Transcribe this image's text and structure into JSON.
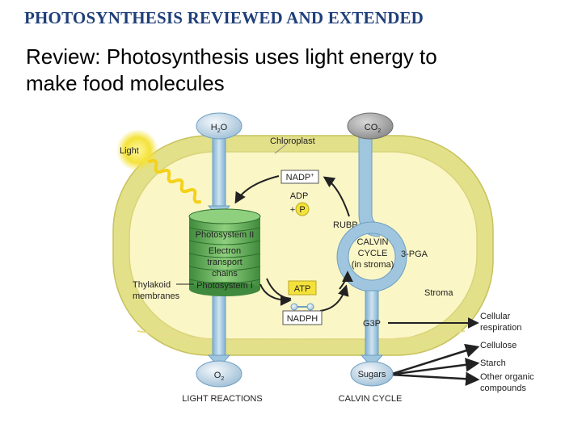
{
  "heading": "PHOTOSYNTHESIS REVIEWED AND EXTENDED",
  "subtitle_line1": "Review: Photosynthesis uses light energy to",
  "subtitle_line2": "make food molecules",
  "diagram": {
    "h2o": "H",
    "h2o_sub": "2",
    "h2o_end": "O",
    "co2": "CO",
    "co2_sub": "2",
    "chloroplast": "Chloroplast",
    "light": "Light",
    "nadp_plus": "NADP",
    "nadp_plus_sup": "+",
    "adp": "ADP",
    "plus": "+",
    "p": "P",
    "rubp": "RUBP",
    "photosystem_ii": "Photosystem II",
    "electron_line1": "Electron",
    "electron_line2": "transport",
    "electron_line3": "chains",
    "photosystem_i": "Photosystem I",
    "thylakoid_line1": "Thylakoid",
    "thylakoid_line2": "membranes",
    "calvin_line1": "CALVIN",
    "calvin_line2": "CYCLE",
    "calvin_line3": "(in stroma)",
    "pga": "3-PGA",
    "atp": "ATP",
    "stroma": "Stroma",
    "nadph": "NADPH",
    "g3p": "G3P",
    "cellular_line1": "Cellular",
    "cellular_line2": "respiration",
    "cellulose": "Cellulose",
    "starch": "Starch",
    "other_line1": "Other organic",
    "other_line2": "compounds",
    "o2": "O",
    "o2_sub": "2",
    "sugars": "Sugars",
    "light_reactions": "LIGHT REACTIONS",
    "calvin_label": "CALVIN CYCLE"
  },
  "colors": {
    "heading": "#1f3f7a",
    "chloroplast_outer": "#e3e08a",
    "chloroplast_inner": "#fbf6c6",
    "thylakoid_green": "#6fb36a",
    "pathway_blue": "#9fc6de",
    "pathway_blue_edge": "#5e8fb4",
    "co2_gray": "#9a9a9a",
    "light_yellow": "#f4e23a",
    "o2_red": "#c0392b"
  }
}
